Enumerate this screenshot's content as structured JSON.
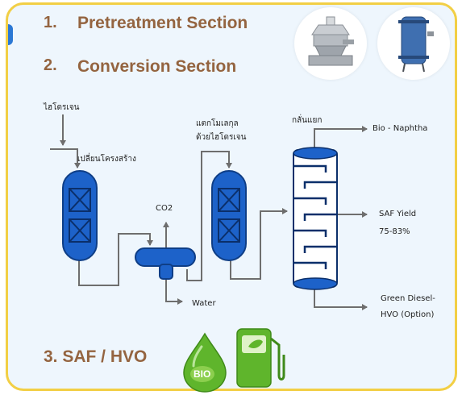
{
  "sections": {
    "s1_num": "1.",
    "s1_label": "Pretreatment Section",
    "s2_num": "2.",
    "s2_label": "Conversion Section",
    "s3": "3.  SAF / HVO"
  },
  "diagram": {
    "hydrogen": "ไฮโดรเจน",
    "isomerization": "เปลี่ยนโครงสร้าง",
    "co2": "CO2",
    "water": "Water",
    "cracking_line1": "แตกโมเลกุล",
    "cracking_line2": "ด้วยไฮโดรเจน",
    "distillation": "กลั่นแยก",
    "bio_naphtha": "Bio - Naphtha",
    "saf_yield": "SAF Yield",
    "saf_pct": "75-83%",
    "green_diesel": "Green Diesel-",
    "hvo_option": "HVO (Option)",
    "bio_badge": "BIO"
  },
  "colors": {
    "frame": "#f2cf45",
    "panel": "#eef6fd",
    "heading": "#946440",
    "vessel": "#1d62c9",
    "line": "#6e6e6e",
    "bio_green": "#5fb52c"
  },
  "icons": [
    "centrifuge-icon",
    "filter-press-icon",
    "bio-droplet-icon",
    "fuel-pump-icon"
  ]
}
